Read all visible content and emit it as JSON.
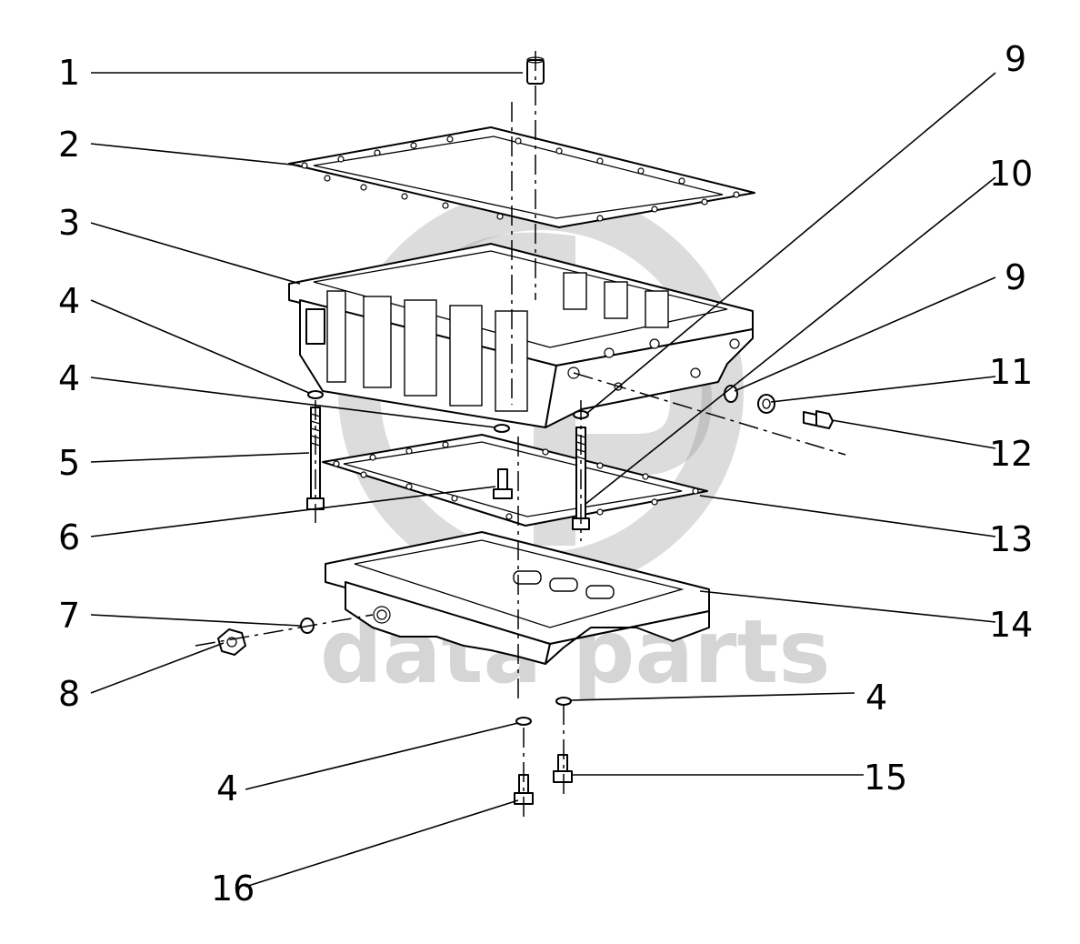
{
  "watermark": {
    "text": "data parts",
    "color": "#8a8a8a"
  },
  "callouts": [
    {
      "id": "c1",
      "label": "1"
    },
    {
      "id": "c2",
      "label": "2"
    },
    {
      "id": "c3",
      "label": "3"
    },
    {
      "id": "c4a",
      "label": "4"
    },
    {
      "id": "c4b",
      "label": "4"
    },
    {
      "id": "c5",
      "label": "5"
    },
    {
      "id": "c6",
      "label": "6"
    },
    {
      "id": "c7",
      "label": "7"
    },
    {
      "id": "c8",
      "label": "8"
    },
    {
      "id": "c9a",
      "label": "9"
    },
    {
      "id": "c10",
      "label": "10"
    },
    {
      "id": "c9b",
      "label": "9"
    },
    {
      "id": "c11",
      "label": "11"
    },
    {
      "id": "c12",
      "label": "12"
    },
    {
      "id": "c13",
      "label": "13"
    },
    {
      "id": "c14",
      "label": "14"
    },
    {
      "id": "c4c",
      "label": "4"
    },
    {
      "id": "c4d",
      "label": "4"
    },
    {
      "id": "c15",
      "label": "15"
    },
    {
      "id": "c16",
      "label": "16"
    }
  ]
}
